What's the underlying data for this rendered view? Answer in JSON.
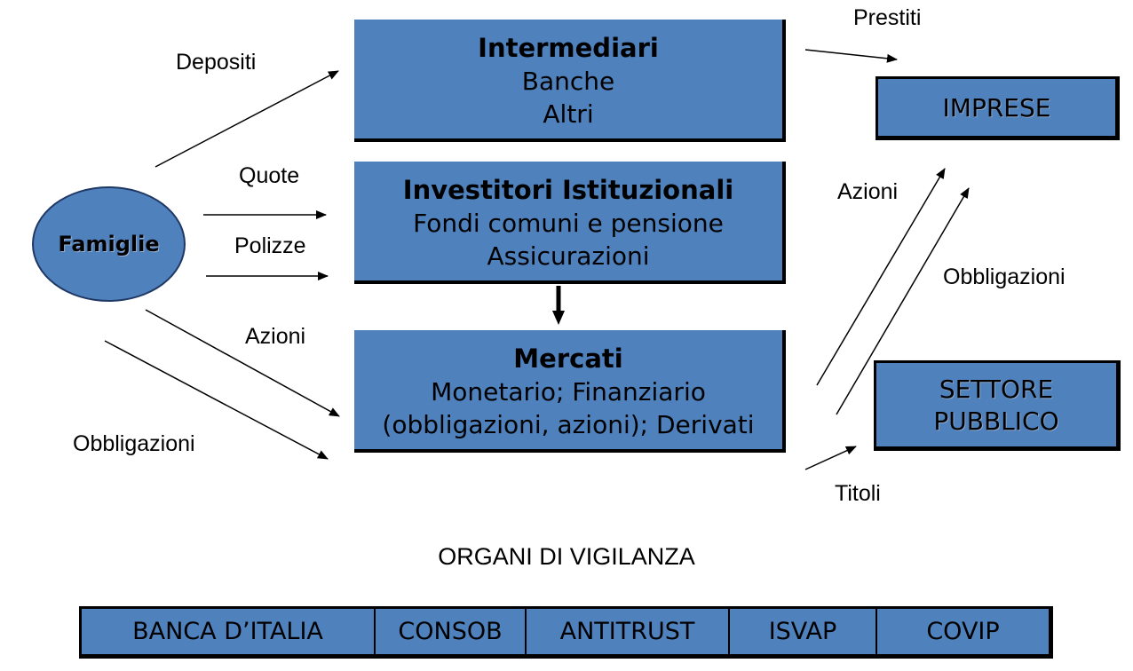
{
  "famiglie": {
    "label": "Famiglie"
  },
  "intermediari": {
    "title": "Intermediari",
    "lines": [
      "Banche",
      "Altri"
    ]
  },
  "investitori": {
    "title": "Investitori Istituzionali",
    "lines": [
      "Fondi comuni e pensione",
      "Assicurazioni"
    ]
  },
  "mercati": {
    "title": "Mercati",
    "lines": [
      "Monetario; Finanziario",
      "(obbligazioni, azioni); Derivati"
    ]
  },
  "imprese": {
    "label": "IMPRESE"
  },
  "settore_pubblico": {
    "lines": [
      "SETTORE",
      "PUBBLICO"
    ]
  },
  "flows": {
    "depositi": "Depositi",
    "quote": "Quote",
    "polizze": "Polizze",
    "azioni_left": "Azioni",
    "obbligazioni_left": "Obbligazioni",
    "prestiti": "Prestiti",
    "azioni_right": "Azioni",
    "obbligazioni_right": "Obbligazioni",
    "titoli": "Titoli"
  },
  "vigilanza": {
    "title": "ORGANI DI VIGILANZA",
    "organs": [
      "BANCA D’ITALIA",
      "CONSOB",
      "ANTITRUST",
      "ISVAP",
      "COVIP"
    ]
  },
  "colors": {
    "box_fill": "#4f81bd",
    "border": "#000000"
  }
}
